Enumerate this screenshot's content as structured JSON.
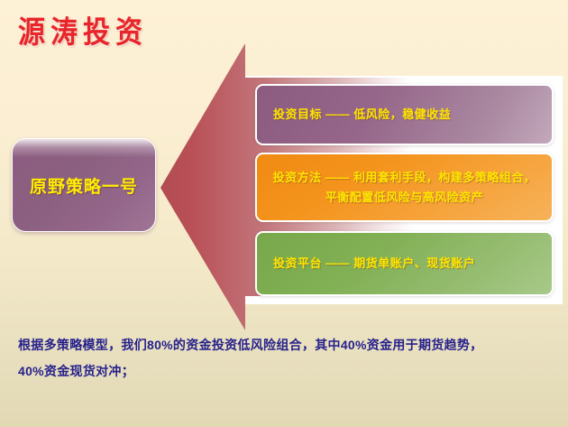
{
  "slide": {
    "background_top_color": "#fdf1d6",
    "background_bottom_color": "#e2d8b4"
  },
  "logo": {
    "text": "源涛投资",
    "color": "#e8262a"
  },
  "left_box": {
    "label": "原野策略一号",
    "fill_color": "#8b5f7f",
    "text_color": "#ffec00"
  },
  "arrow": {
    "name": "left-pointing-arrow",
    "color_tip": "#b85056",
    "color_tail": "#ffffff"
  },
  "boxes": [
    {
      "id": "goal",
      "lines": [
        "投资目标 ——  低风险，稳健收益"
      ],
      "fill_color": "#96678a",
      "text_color": "#ffe500"
    },
    {
      "id": "method",
      "lines": [
        "投资方法 —— 利用套利手段，构建多策略组合，",
        "平衡配置低风险与高风险资产"
      ],
      "fill_color": "#f4941d",
      "text_color": "#ffe500"
    },
    {
      "id": "platform",
      "lines": [
        "投资平台 ——  期货单账户、现货账户"
      ],
      "fill_color": "#82b055",
      "text_color": "#ffe500"
    }
  ],
  "footnote": {
    "color": "#26218c",
    "lines": [
      "根据多策略模型，我们80%的资金投资低风险组合，其中40%资金用于期货趋势，",
      "40%资金现货对冲；"
    ]
  }
}
